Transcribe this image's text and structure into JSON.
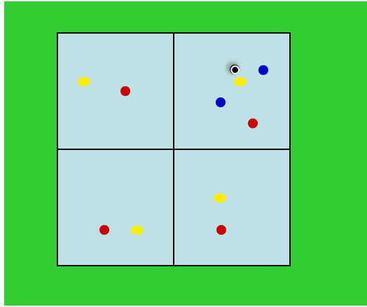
{
  "colors": {
    "field": "#33cc33",
    "cell": "#bde1e4",
    "grid_line": "#000000",
    "team_red": "#cc0000",
    "team_blue": "#0000cc",
    "team_yellow": "#ffee00"
  },
  "grid": {
    "rows": 2,
    "cols": 2
  },
  "ball": {
    "icon": "soccer-ball-icon",
    "cell": "top-right"
  },
  "markers": [
    {
      "name": "yellow-marker",
      "team": "yellow",
      "cell": "top-left"
    },
    {
      "name": "red-marker",
      "team": "red",
      "cell": "top-left"
    },
    {
      "name": "blue-marker",
      "team": "blue",
      "cell": "top-right"
    },
    {
      "name": "yellow-marker",
      "team": "yellow",
      "cell": "top-right"
    },
    {
      "name": "blue-marker",
      "team": "blue",
      "cell": "top-right"
    },
    {
      "name": "red-marker",
      "team": "red",
      "cell": "top-right"
    },
    {
      "name": "red-marker",
      "team": "red",
      "cell": "bottom-left"
    },
    {
      "name": "yellow-marker",
      "team": "yellow",
      "cell": "bottom-left"
    },
    {
      "name": "yellow-marker",
      "team": "yellow",
      "cell": "bottom-right"
    },
    {
      "name": "red-marker",
      "team": "red",
      "cell": "bottom-right"
    }
  ]
}
